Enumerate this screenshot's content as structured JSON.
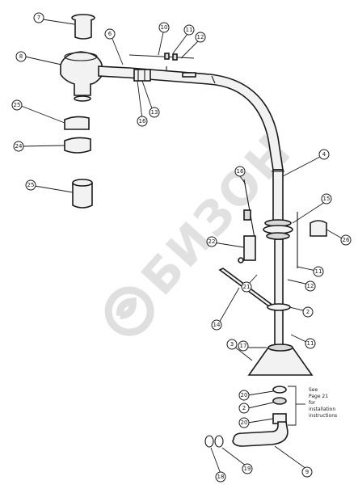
{
  "callouts": [
    "7",
    "6",
    "10",
    "11",
    "12",
    "8",
    "13",
    "16",
    "25",
    "24",
    "25",
    "4",
    "16",
    "15",
    "26",
    "22",
    "11",
    "12",
    "21",
    "2",
    "14",
    "11",
    "17",
    "3",
    "20",
    "2",
    "20",
    "18",
    "19",
    "9"
  ],
  "install_note": [
    "See",
    "Page 21",
    "for",
    "installation",
    "instructions"
  ],
  "watermark": {
    "text": "БИЗОН"
  },
  "colors": {
    "line": "#1a1a1a",
    "watermark": "#c9c9c9"
  }
}
